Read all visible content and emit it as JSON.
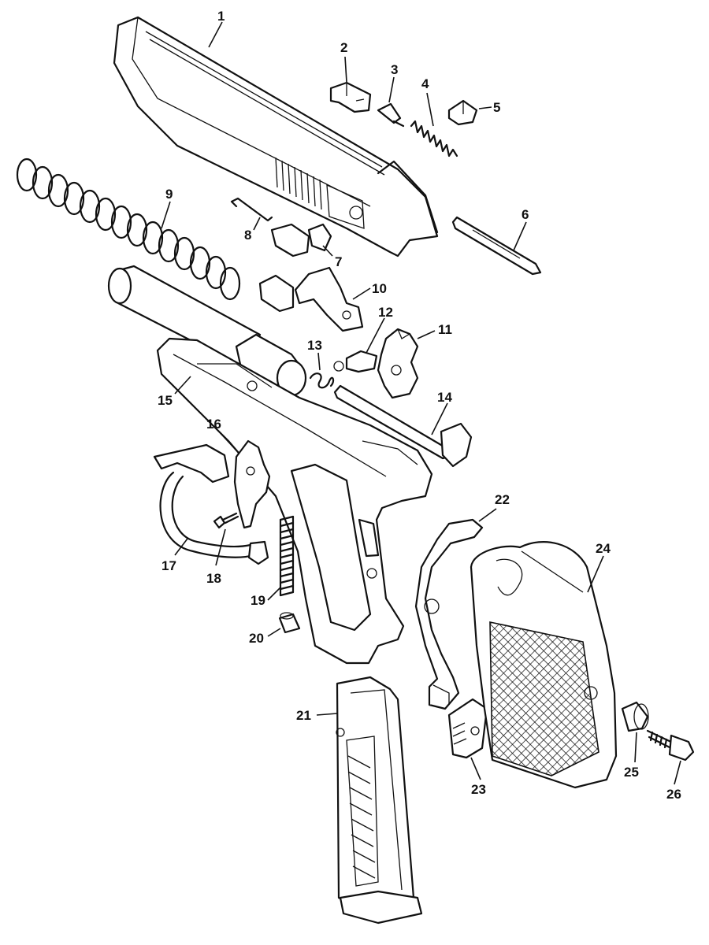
{
  "diagram": {
    "labels": {
      "p1": "1",
      "p2": "2",
      "p3": "3",
      "p4": "4",
      "p5": "5",
      "p6": "6",
      "p7": "7",
      "p8": "8",
      "p9": "9",
      "p10": "10",
      "p11": "11",
      "p12": "12",
      "p13": "13",
      "p14": "14",
      "p15": "15",
      "p16": "16",
      "p17": "17",
      "p18": "18",
      "p19": "19",
      "p20": "20",
      "p21": "21",
      "p22": "22",
      "p23": "23",
      "p24": "24",
      "p25": "25",
      "p26": "26"
    }
  }
}
